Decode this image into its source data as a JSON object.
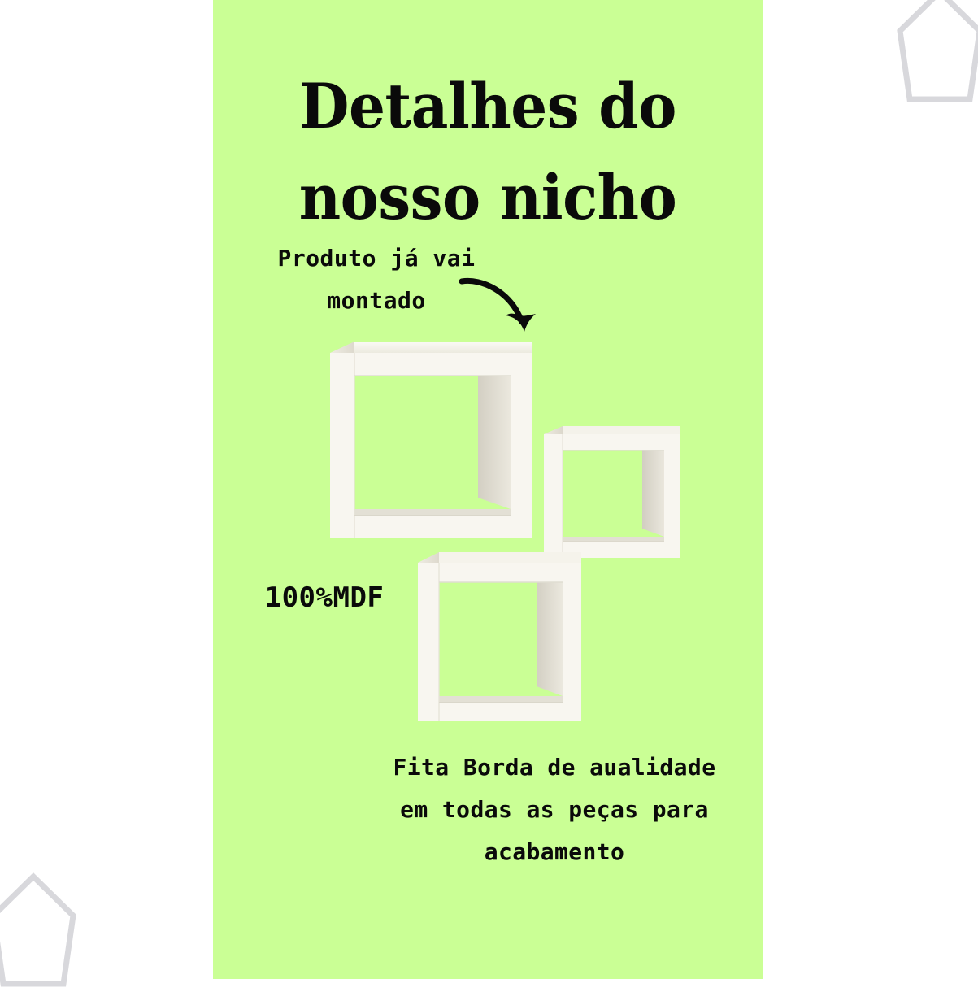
{
  "poster": {
    "background_color": "#caff95",
    "page_background_color": "#ffffff",
    "text_color": "#0a0a0a",
    "shelf_color": "#f6f4ee",
    "decoration_color": "#d8d8dc"
  },
  "headline": {
    "line1": "Detalhes do",
    "line2": "nosso nicho"
  },
  "callouts": {
    "assembled": {
      "line1": "Produto já vai",
      "line2": "montado"
    },
    "material": "100%MDF",
    "edge_band": {
      "line1": "Fita Borda de aualidade",
      "line2": "em todas as peças para",
      "line3": "acabamento"
    }
  },
  "icons": {
    "arrow": "curved-arrow-down-right-icon",
    "pentagon_top_right": "pentagon-outline-icon",
    "pentagon_bottom_left": "pentagon-outline-icon"
  },
  "products": [
    {
      "name": "nicho-quadrado-grande",
      "size": "large"
    },
    {
      "name": "nicho-quadrado-medio",
      "size": "medium"
    },
    {
      "name": "nicho-quadrado-pequeno",
      "size": "small"
    }
  ]
}
